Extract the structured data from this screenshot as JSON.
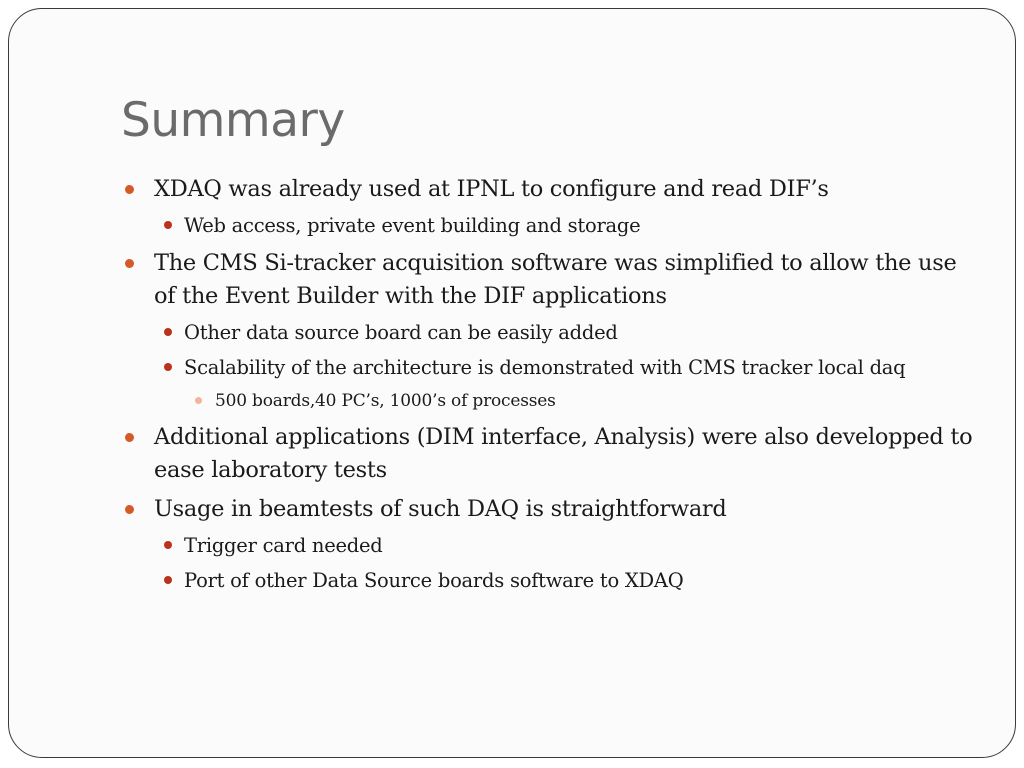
{
  "slide": {
    "title": "Summary",
    "bullets": [
      "XDAQ was already used at IPNL to configure and read DIF’s",
      "Web access, private event building and storage",
      "The CMS Si-tracker acquisition software was simplified to allow the use of the Event Builder with the DIF applications",
      "Other data source board can be easily added",
      "Scalability of the architecture is demonstrated with CMS tracker local daq",
      "500 boards,40 PC’s, 1000’s of processes",
      "Additional applications (DIM interface, Analysis) were also developped to ease laboratory tests",
      "Usage in beamtests of such DAQ is straightforward",
      "Trigger card needed",
      "Port of other Data Source boards software to XDAQ"
    ]
  },
  "colors": {
    "bullet_level1": "#d55a2a",
    "bullet_level2": "#b8321c",
    "bullet_level3": "#f0b59c",
    "title": "#6b6b6b"
  }
}
